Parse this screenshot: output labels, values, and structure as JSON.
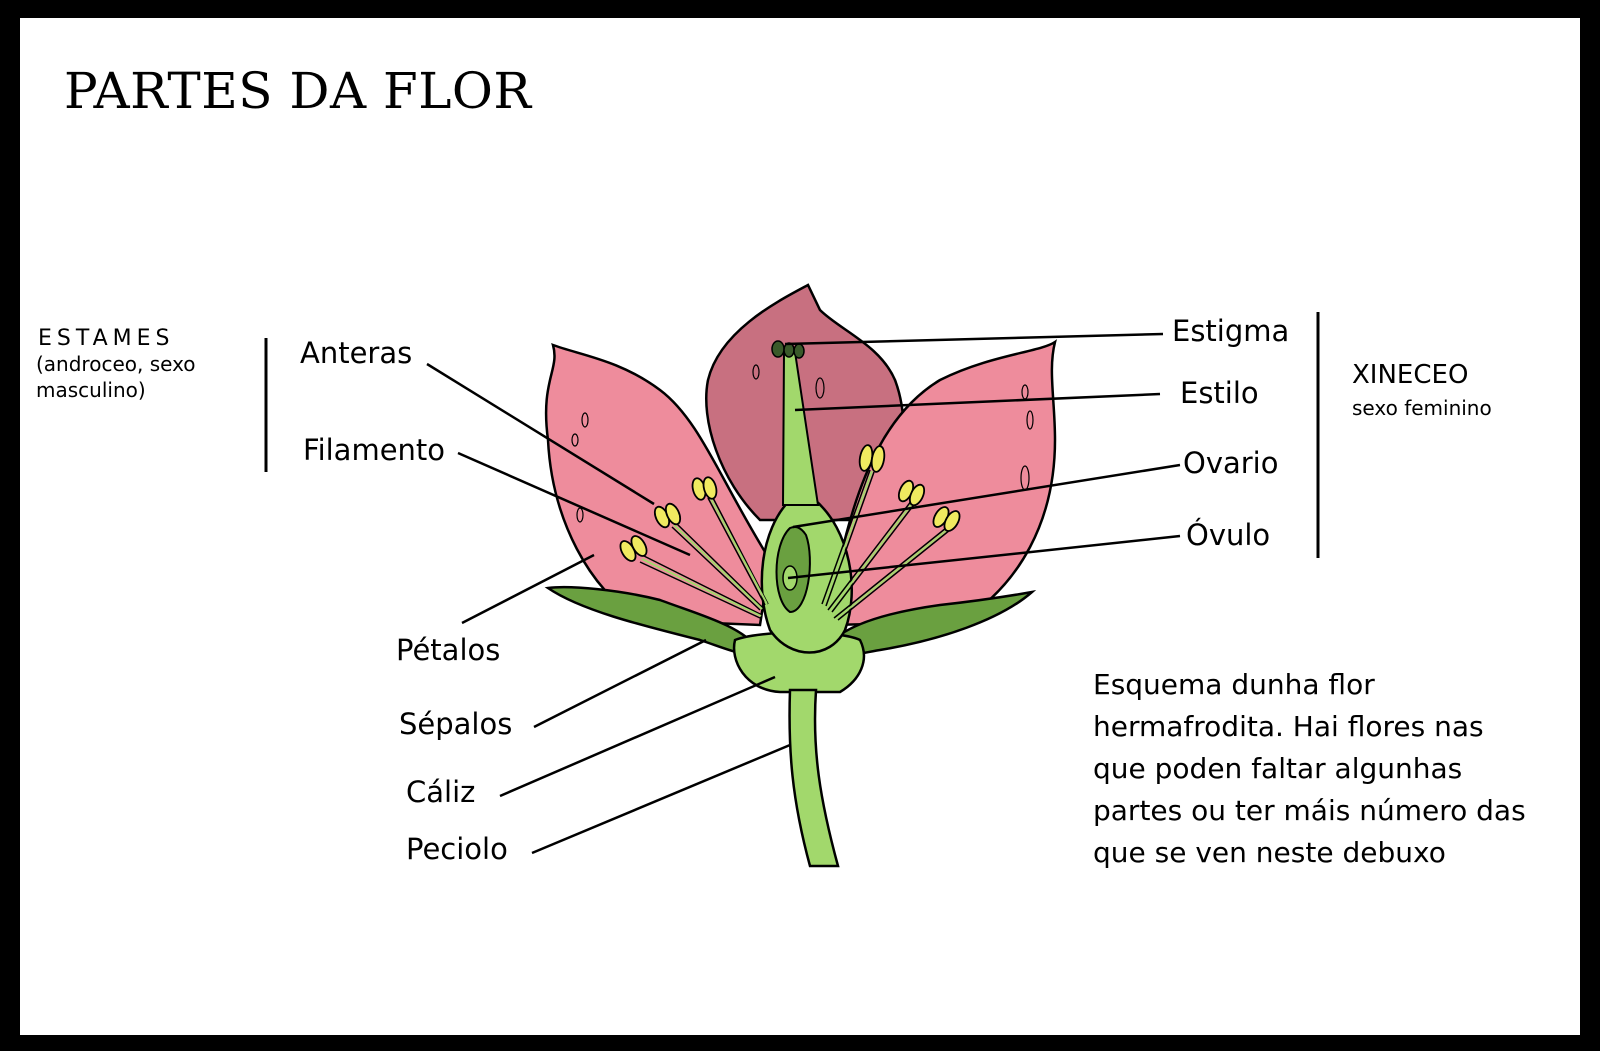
{
  "title": "PARTES DA FLOR",
  "stamens_group": {
    "title": "ESTAMES",
    "subtitle": "(androceo, sexo masculino)"
  },
  "pistil_group": {
    "title": "XINECEO",
    "subtitle": "sexo feminino"
  },
  "labels": {
    "anteras": "Anteras",
    "filamento": "Filamento",
    "petalos": "Pétalos",
    "sepalos": "Sépalos",
    "caliz": "Cáliz",
    "peciolo": "Peciolo",
    "estigma": "Estigma",
    "estilo": "Estilo",
    "ovario": "Ovario",
    "ovulo": "Óvulo"
  },
  "note": "Esquema dunha flor hermafrodita. Hai flores nas que poden faltar algunhas partes ou ter máis número das que se ven neste debuxo",
  "colors": {
    "petal": "#ee8c9c",
    "petal_back": "#c87080",
    "sepal": "#6aa040",
    "stem": "#a2d86c",
    "anther": "#f0ea60",
    "stigma": "#3a5a2a",
    "frame": "#000000"
  }
}
